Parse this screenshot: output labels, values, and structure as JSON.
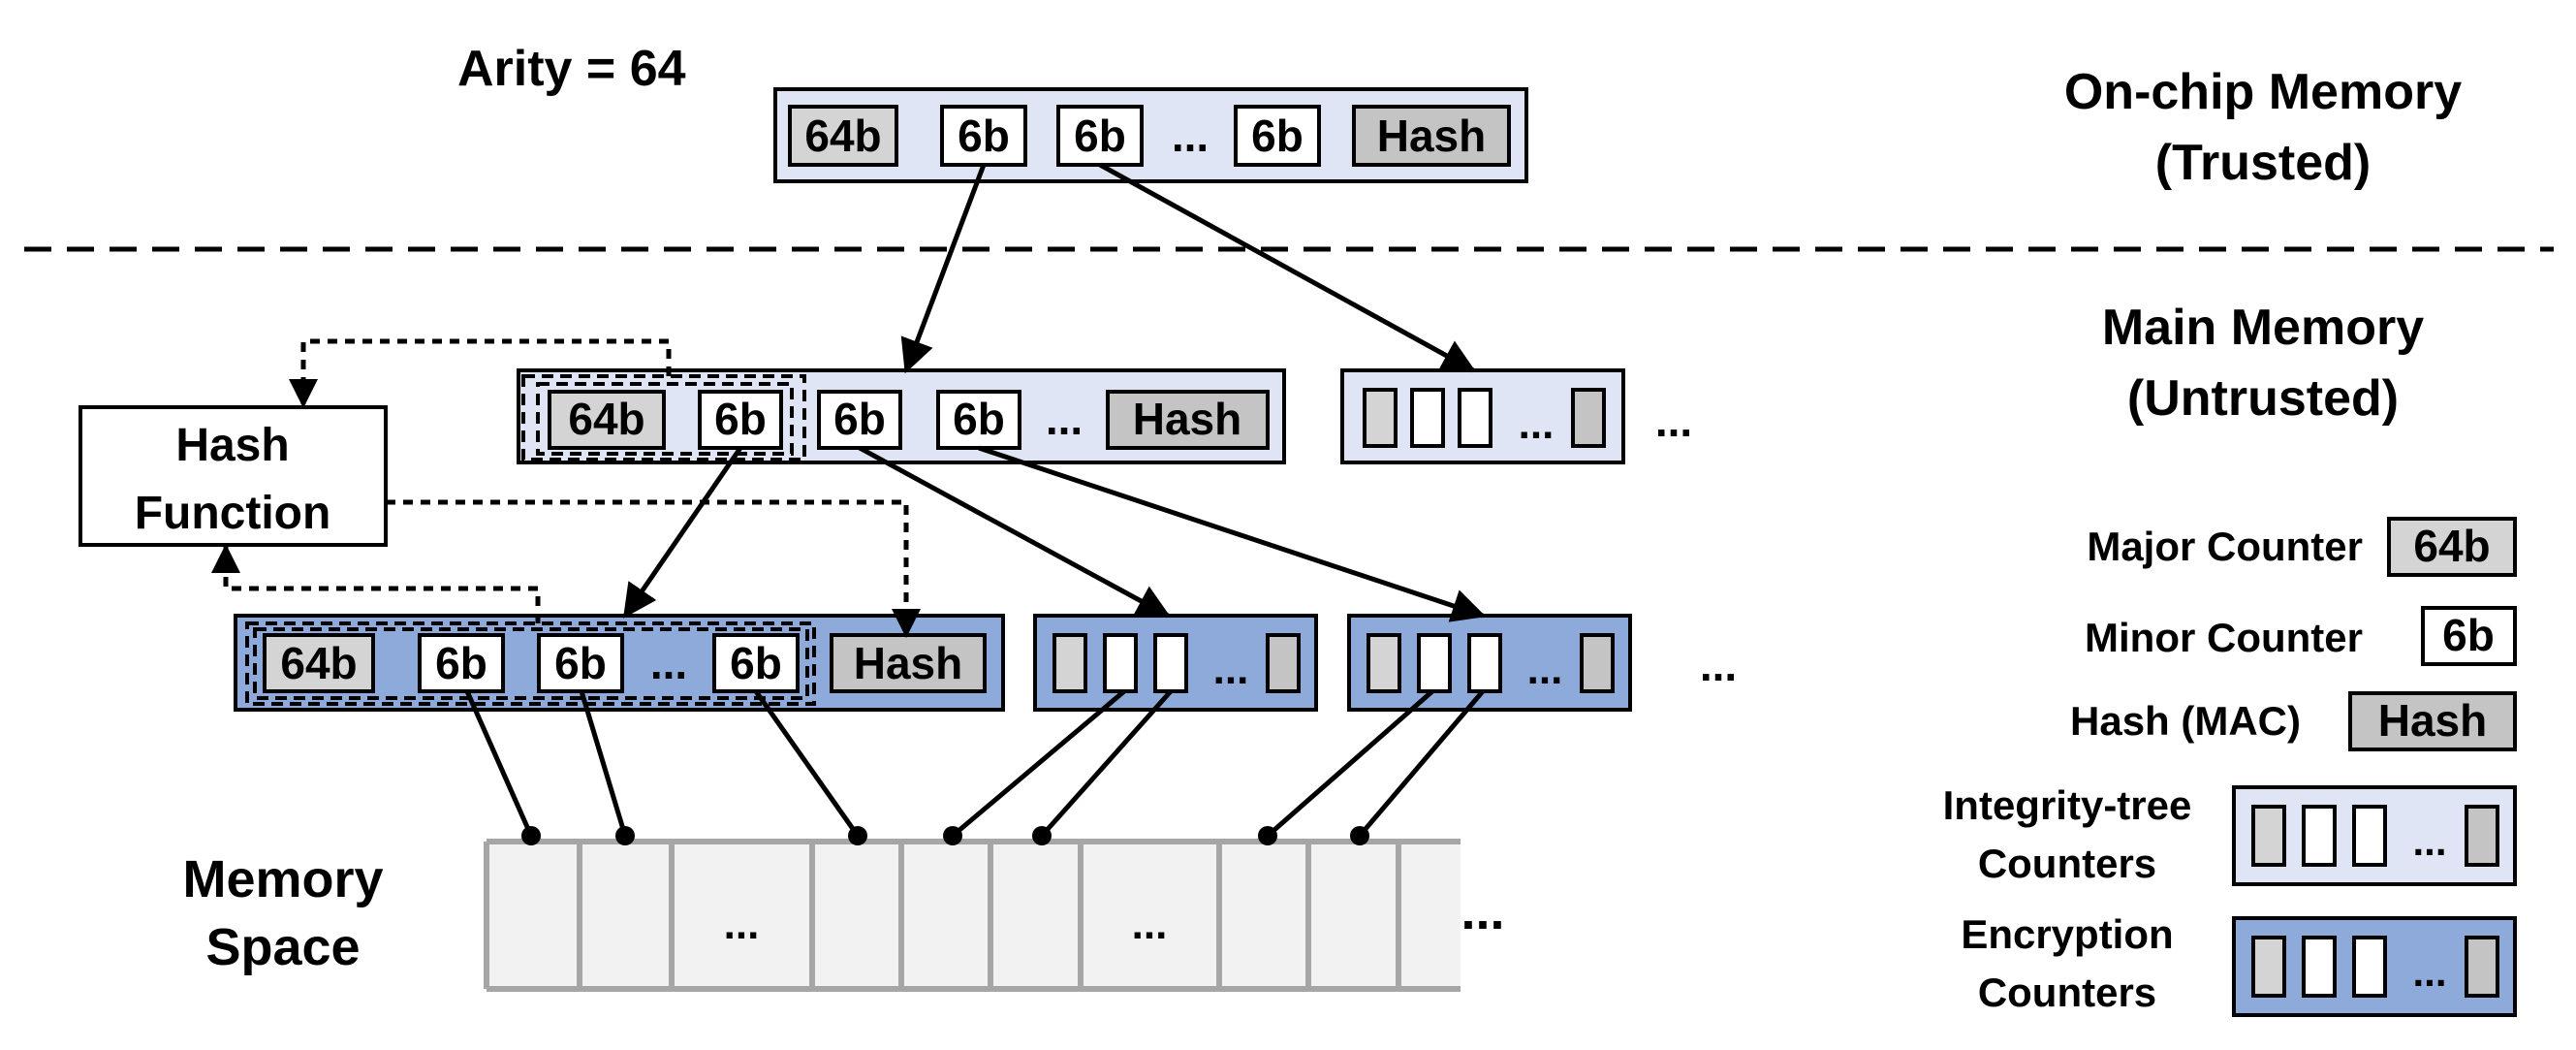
{
  "labels": {
    "arity": "Arity = 64",
    "onchip_line1": "On-chip Memory",
    "onchip_line2": "(Trusted)",
    "main_line1": "Main Memory",
    "main_line2": "(Untrusted)",
    "hashfn_line1": "Hash",
    "hashfn_line2": "Function",
    "memspace_line1": "Memory",
    "memspace_line2": "Space",
    "ellipsis": "..."
  },
  "counters": {
    "major": "64b",
    "minor": "6b",
    "hash": "Hash"
  },
  "legend": {
    "major": "Major Counter",
    "minor": "Minor Counter",
    "hash": "Hash (MAC)",
    "integrity_line1": "Integrity-tree",
    "integrity_line2": "Counters",
    "encryption_line1": "Encryption",
    "encryption_line2": "Counters"
  },
  "colors": {
    "light_blue_fill": "#dfe5f4",
    "dark_blue_fill": "#8eaadb",
    "gray_cell": "#d4d4d4",
    "hash_cell": "#c4c4c4",
    "memory_cell": "#f2f2f2",
    "memory_border": "#a6a6a6"
  }
}
